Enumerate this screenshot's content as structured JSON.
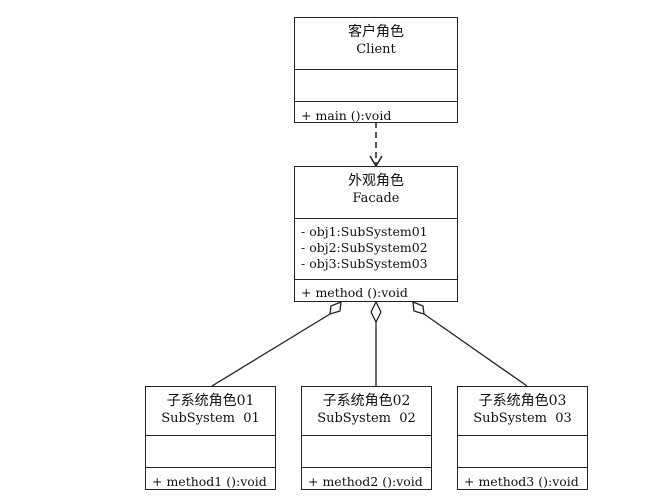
{
  "client": {
    "name_cn": "客户角色",
    "name_en": "Client",
    "attributes": [],
    "operations": [
      "+ main ():void"
    ]
  },
  "facade": {
    "name_cn": "外观角色",
    "name_en": "Facade",
    "attributes": [
      "- obj1:SubSystem01",
      "- obj2:SubSystem02",
      "- obj3:SubSystem03"
    ],
    "operations": [
      "+ method ():void"
    ]
  },
  "subsystems": [
    {
      "name_cn": "子系统角色01",
      "name_en": "SubSystem  01",
      "attributes": [],
      "operations": [
        "+ method1 ():void"
      ]
    },
    {
      "name_cn": "子系统角色02",
      "name_en": "SubSystem  02",
      "attributes": [],
      "operations": [
        "+ method2 ():void"
      ]
    },
    {
      "name_cn": "子系统角色03",
      "name_en": "SubSystem  03",
      "attributes": [],
      "operations": [
        "+ method3 ():void"
      ]
    }
  ],
  "relations": [
    {
      "type": "dependency",
      "from": "Client",
      "to": "Facade"
    },
    {
      "type": "aggregation",
      "from": "Facade",
      "to": "SubSystem01"
    },
    {
      "type": "aggregation",
      "from": "Facade",
      "to": "SubSystem02"
    },
    {
      "type": "aggregation",
      "from": "Facade",
      "to": "SubSystem03"
    }
  ]
}
